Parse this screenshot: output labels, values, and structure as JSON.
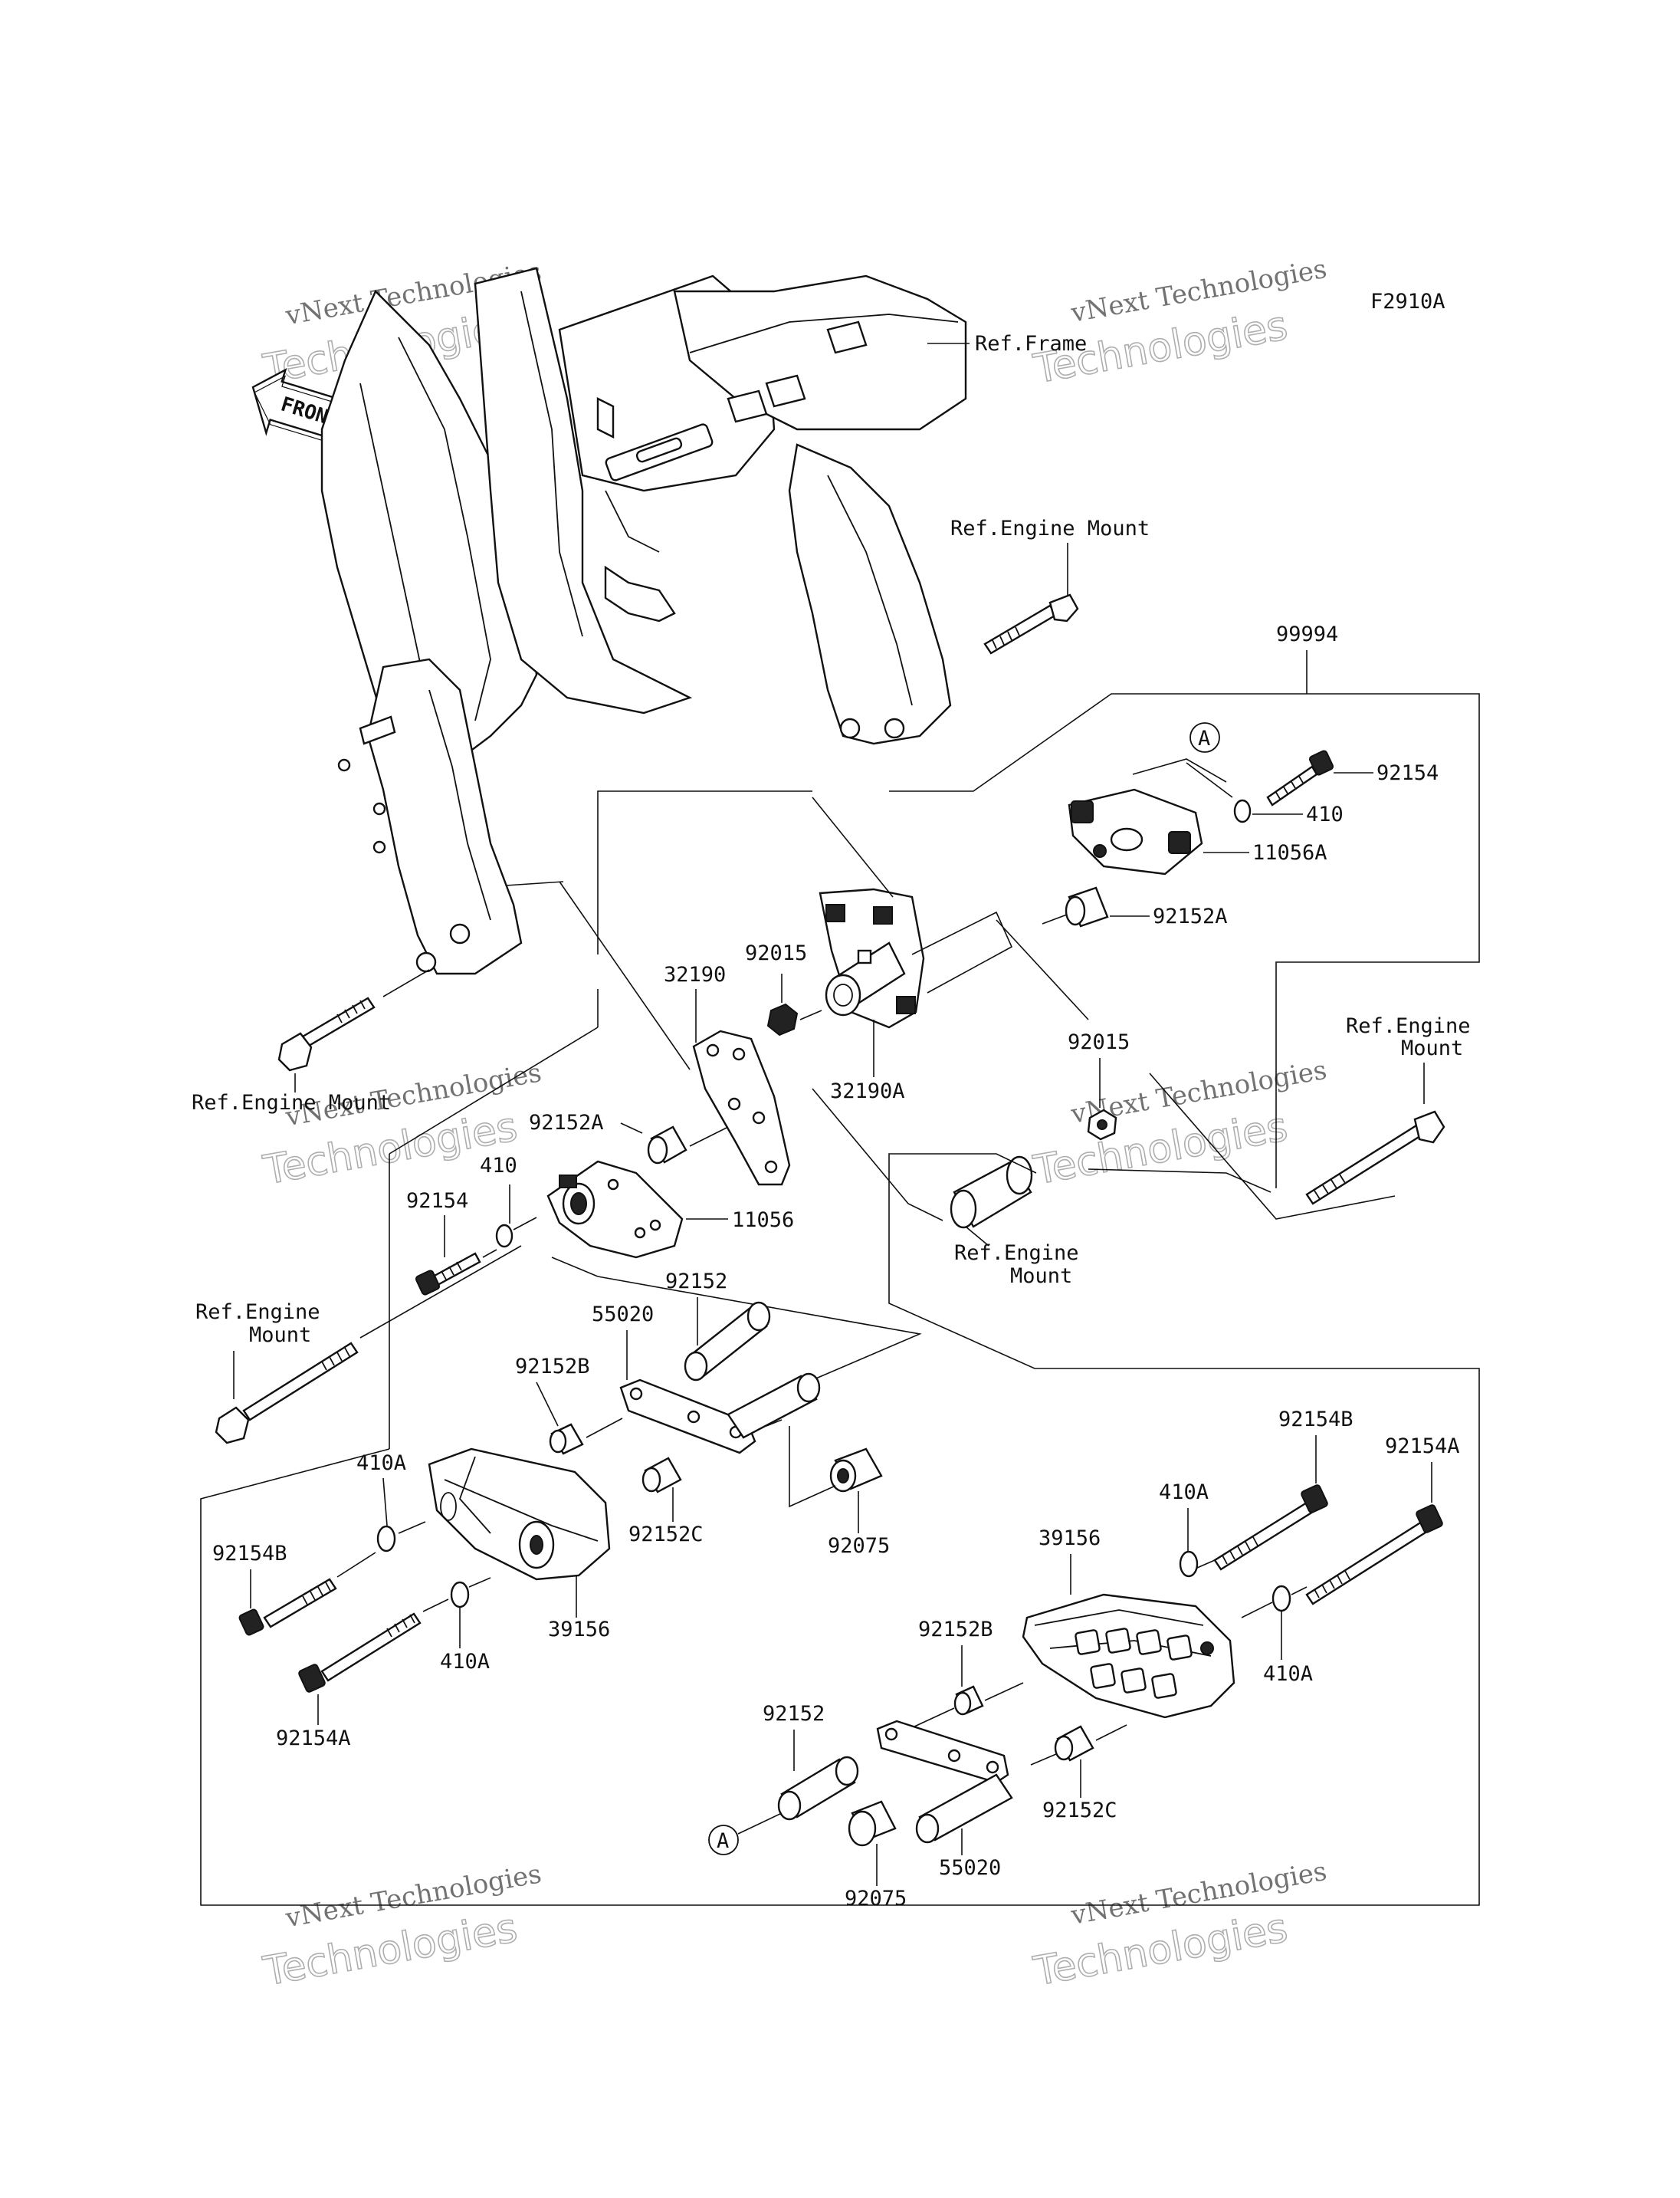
{
  "figure_code": "F2910A",
  "direction_arrow": {
    "label": "FRONT"
  },
  "callout_marker": "A",
  "watermark": {
    "line1": "vNext Technologies",
    "line2": "Technologies"
  },
  "labels": {
    "ref_frame": "Ref.Frame",
    "ref_engine_mount_top": "Ref.Engine Mount",
    "assembly_99994": "99994",
    "p92154_top": "92154",
    "p410_top": "410",
    "p11056a": "11056A",
    "p92152a_right": "92152A",
    "p92015_left": "92015",
    "p32190": "32190",
    "p32190a": "32190A",
    "p92015_right": "92015",
    "ref_engine_mount_right_l1": "Ref.Engine",
    "ref_engine_mount_right_l2": "Mount",
    "ref_engine_mount_left": "Ref.Engine Mount",
    "p92152a_left": "92152A",
    "p410_left": "410",
    "p92154_left": "92154",
    "p11056": "11056",
    "ref_engine_mount_mid_l1": "Ref.Engine",
    "ref_engine_mount_mid_l2": "Mount",
    "ref_engine_mount_bl_l1": "Ref.Engine",
    "ref_engine_mount_bl_l2": "Mount",
    "p92152_left": "92152",
    "p55020_left": "55020",
    "p92152b_left": "92152B",
    "p410a_left_top": "410A",
    "p92154b_left": "92154B",
    "p92152c_left": "92152C",
    "p92075_left": "92075",
    "p39156_left": "39156",
    "p410a_left_bottom": "410A",
    "p92154a_left": "92154A",
    "p92154b_right": "92154B",
    "p92154a_right": "92154A",
    "p410a_right_top": "410A",
    "p39156_right": "39156",
    "p92152b_right": "92152B",
    "p410a_right_bottom": "410A",
    "p92152_right": "92152",
    "p92152c_right": "92152C",
    "p55020_right": "55020",
    "p92075_right": "92075"
  }
}
